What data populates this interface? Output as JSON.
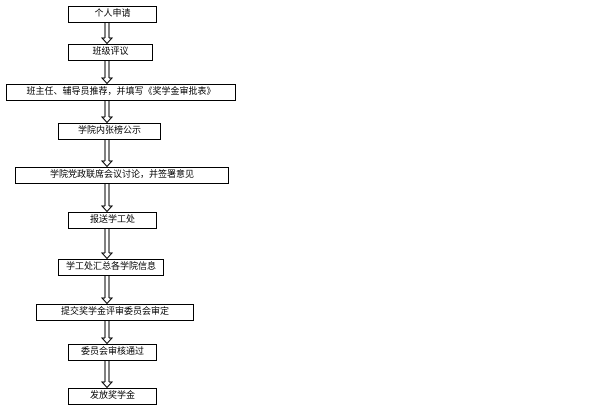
{
  "flowchart": {
    "steps": [
      "个人申请",
      "班级评议",
      "班主任、辅导员推荐，并填写《奖学金审批表》",
      "学院内张榜公示",
      "学院党政联席会议讨论，并签署意见",
      "报送学工处",
      "学工处汇总各学院信息",
      "提交奖学金评审委员会审定",
      "委员会审核通过",
      "发放奖学金"
    ]
  }
}
